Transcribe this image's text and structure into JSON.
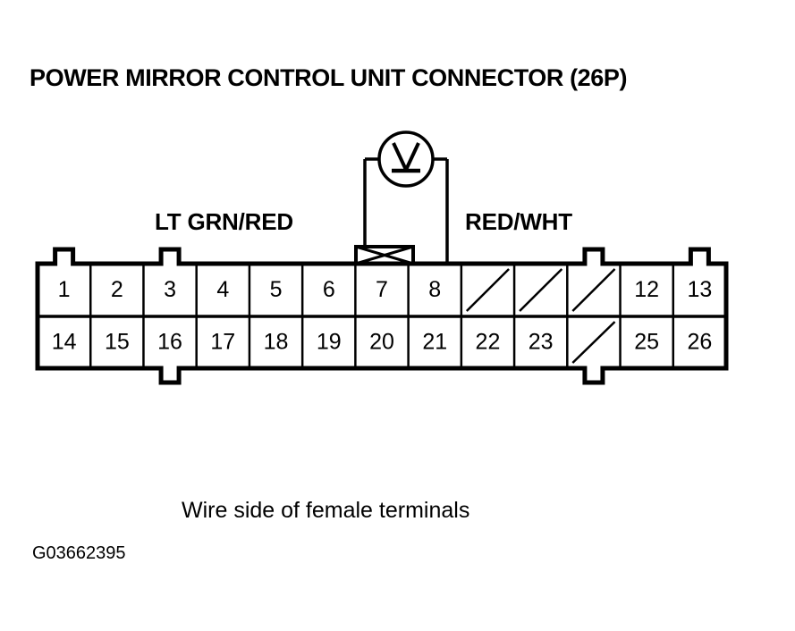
{
  "title": "POWER MIRROR CONTROL UNIT CONNECTOR (26P)",
  "caption": "Wire side of female terminals",
  "figure_id": "G03662395",
  "colors": {
    "line": "#000000",
    "background": "#ffffff"
  },
  "meter": {
    "symbol": "voltmeter-icon",
    "letter": "V",
    "probes": [
      {
        "name": "left-probe",
        "target_terminal": "7",
        "marker": "x-box"
      },
      {
        "name": "right-probe",
        "target_terminal": "8",
        "marker": "lead-line"
      }
    ]
  },
  "wire_labels": {
    "left": "LT GRN/RED",
    "right": "RED/WHT"
  },
  "connector": {
    "name": "POWER MIRROR CONTROL UNIT CONNECTOR",
    "pin_count": "26P",
    "columns": 13,
    "rows": [
      {
        "name": "top-row",
        "cells": [
          {
            "label": "1",
            "empty": false
          },
          {
            "label": "2",
            "empty": false
          },
          {
            "label": "3",
            "empty": false
          },
          {
            "label": "4",
            "empty": false
          },
          {
            "label": "5",
            "empty": false
          },
          {
            "label": "6",
            "empty": false
          },
          {
            "label": "7",
            "empty": false
          },
          {
            "label": "8",
            "empty": false
          },
          {
            "label": "",
            "empty": true
          },
          {
            "label": "",
            "empty": true
          },
          {
            "label": "",
            "empty": true
          },
          {
            "label": "12",
            "empty": false
          },
          {
            "label": "13",
            "empty": false
          }
        ]
      },
      {
        "name": "bottom-row",
        "cells": [
          {
            "label": "14",
            "empty": false
          },
          {
            "label": "15",
            "empty": false
          },
          {
            "label": "16",
            "empty": false
          },
          {
            "label": "17",
            "empty": false
          },
          {
            "label": "18",
            "empty": false
          },
          {
            "label": "19",
            "empty": false
          },
          {
            "label": "20",
            "empty": false
          },
          {
            "label": "21",
            "empty": false
          },
          {
            "label": "22",
            "empty": false
          },
          {
            "label": "23",
            "empty": false
          },
          {
            "label": "",
            "empty": true
          },
          {
            "label": "25",
            "empty": false
          },
          {
            "label": "26",
            "empty": false
          }
        ]
      }
    ],
    "tabs": {
      "top": [
        "above-cell-1",
        "above-cell-3",
        "above-cell-11",
        "above-cell-13"
      ],
      "bottom": [
        "below-cell-3",
        "below-cell-11"
      ]
    }
  }
}
